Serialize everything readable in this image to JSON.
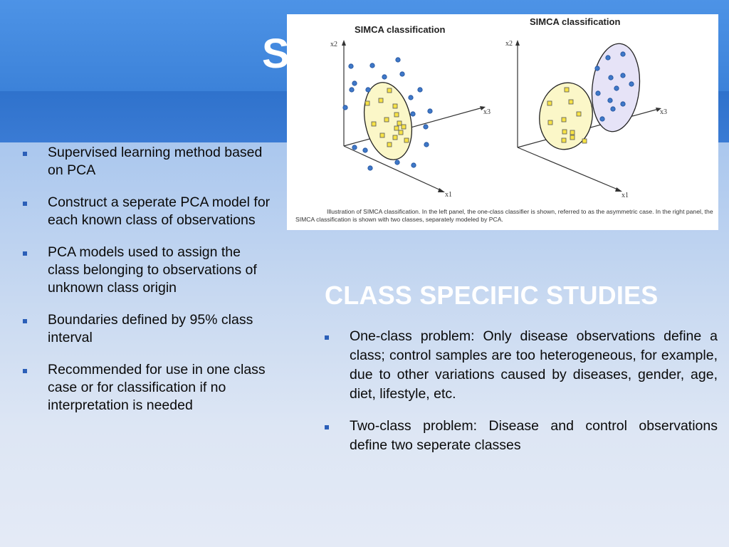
{
  "slide": {
    "title_visible": "S",
    "left_bullets": [
      "Supervised learning method based on PCA",
      "Construct a seperate PCA model for each known class of observations",
      "PCA models used to assign the class belonging to observations of unknown class origin",
      "Boundaries defined by 95% class interval",
      "Recommended for use in one class case or for classification if no interpretation is needed"
    ],
    "subheading": "CLASS SPECIFIC STUDIES",
    "right_bullets": [
      "One-class problem: Only disease observations define a class; control samples are too heterogeneous, for example, due to other variations caused by diseases, gender, age, diet, lifestyle, etc.",
      "Two-class problem: Disease and control observations define two seperate classes"
    ]
  },
  "figure": {
    "left_panel_title": "SIMCA classification",
    "right_panel_title": "SIMCA classification",
    "axis_x1": "x1",
    "axis_x2": "x2",
    "axis_x3": "x3",
    "caption": "Illustration of SIMCA classification. In the left panel, the one-class classifier is shown, referred to as the asymmetric case. In the right panel, the SIMCA classification is shown with two classes, separately modeled by PCA.",
    "colors": {
      "class_point_blue": "#3f78c8",
      "class_point_yellow": "#f7e245",
      "ellipse_yellow": "#fbf7c8",
      "ellipse_lavender": "#e6e3f7"
    }
  },
  "colors": {
    "header": "#4a8fe4",
    "bullet": "#2b5fb8",
    "subheading": "#ffffff"
  }
}
